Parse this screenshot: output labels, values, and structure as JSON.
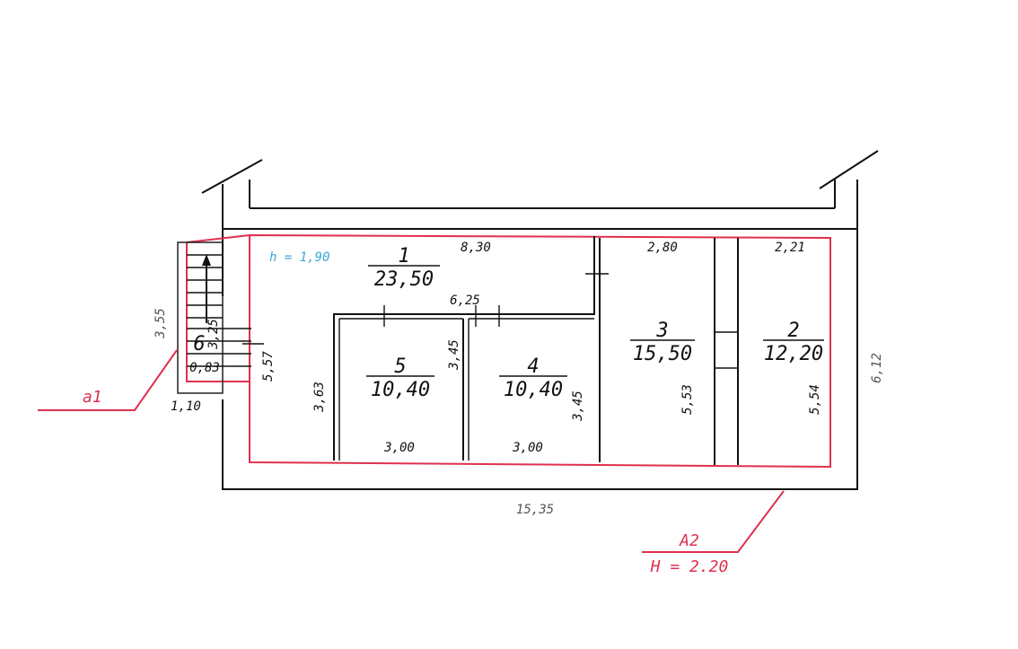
{
  "colors": {
    "outline": "#e03050",
    "wall": "#111111",
    "height_note": "#3aa7d8"
  },
  "rooms": [
    {
      "number": "1",
      "area": "23,50",
      "height_note": "h = 1,90",
      "width_top": "8,30",
      "width_inner": "6,25"
    },
    {
      "number": "2",
      "area": "12,20",
      "width": "2,21",
      "depth": "5,54"
    },
    {
      "number": "3",
      "area": "15,50",
      "width": "2,80",
      "depth": "5,53"
    },
    {
      "number": "4",
      "area": "10,40",
      "width": "3,00",
      "depth": "3,45"
    },
    {
      "number": "5",
      "area": "10,40",
      "width": "3,00",
      "depth": "3,45"
    },
    {
      "number": "6",
      "width": "0,83",
      "depth": "3,25"
    }
  ],
  "dimensions": {
    "overall_length": "15,35",
    "overall_depth": "6,12",
    "stair_length": "3,55",
    "stair_width": "1,10",
    "corridor_depth": "5,57",
    "room5_left": "3,63"
  },
  "callouts": {
    "a1": "a1",
    "A2": "A2",
    "A2_height": "H = 2.20"
  }
}
